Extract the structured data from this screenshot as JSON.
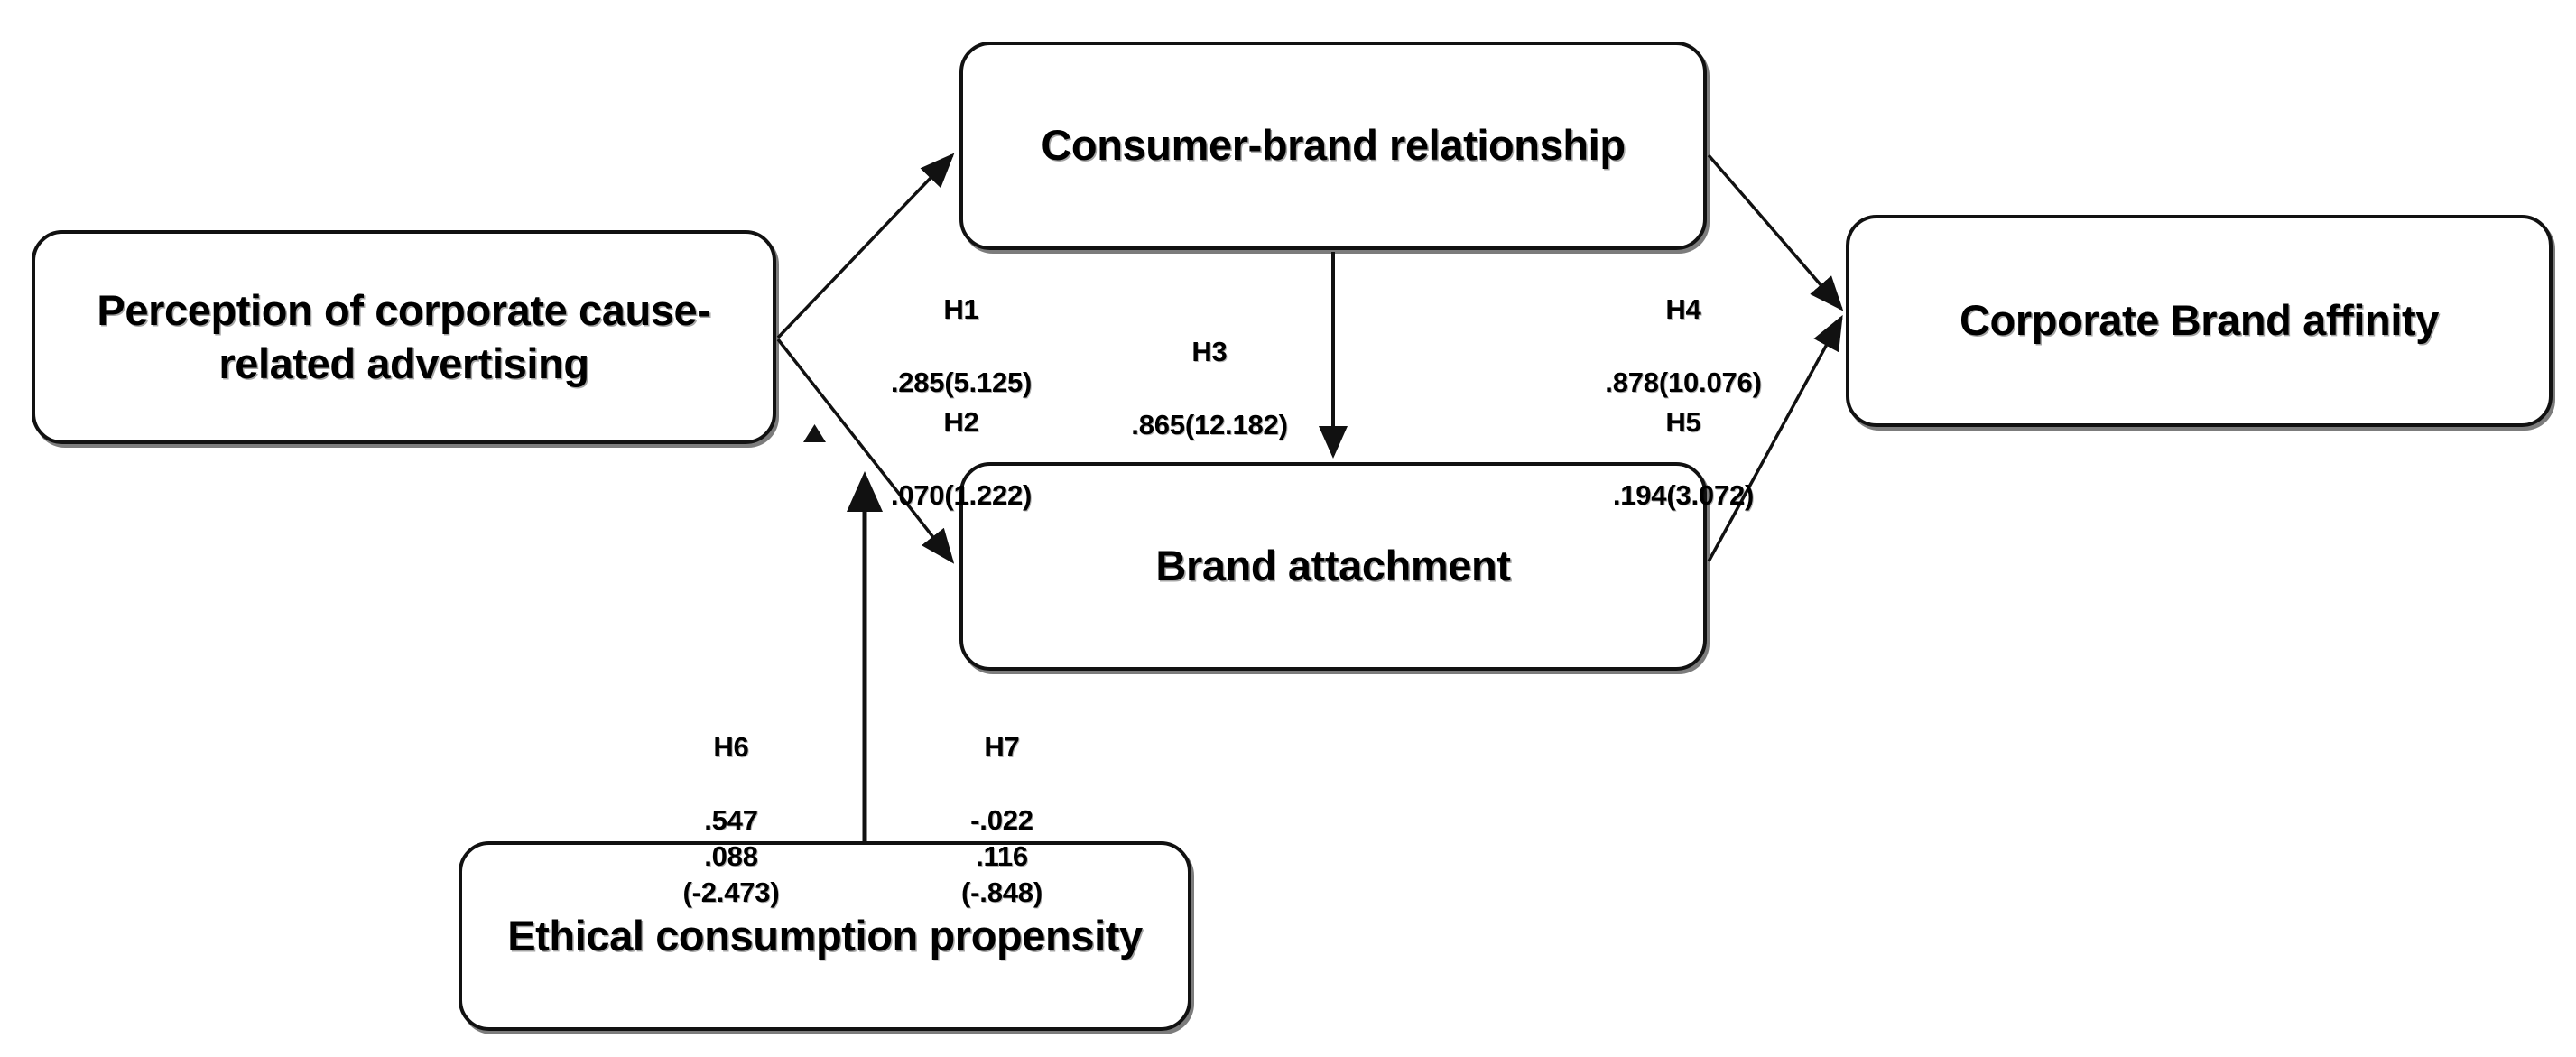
{
  "diagram": {
    "title": "Conceptual model of corporate cause-related advertising",
    "background_color": "#ffffff",
    "line_color": "#111111",
    "text_color": "#000000"
  },
  "nodes": {
    "perception": {
      "label": "Perception of corporate\ncause-related advertising"
    },
    "consumer_brand_relationship": {
      "label": "Consumer-brand relationship"
    },
    "brand_attachment": {
      "label": "Brand attachment"
    },
    "corporate_brand_affinity": {
      "label": "Corporate Brand affinity"
    },
    "ethical_consumption_propensity": {
      "label": "Ethical consumption\npropensity"
    }
  },
  "paths": {
    "h1": {
      "id": "H1",
      "value": ".285(5.125)",
      "from": "perception",
      "to": "consumer_brand_relationship"
    },
    "h2": {
      "id": "H2",
      "value": ".070(1.222)",
      "from": "perception",
      "to": "brand_attachment"
    },
    "h3": {
      "id": "H3",
      "value": ".865(12.182)",
      "from": "consumer_brand_relationship",
      "to": "brand_attachment"
    },
    "h4": {
      "id": "H4",
      "value": ".878(10.076)",
      "from": "consumer_brand_relationship",
      "to": "corporate_brand_affinity"
    },
    "h5": {
      "id": "H5",
      "value": ".194(3.072)",
      "from": "brand_attachment",
      "to": "corporate_brand_affinity"
    },
    "h6": {
      "id": "H6",
      "value": ".547\n.088\n(-2.473)",
      "from": "ethical_consumption_propensity",
      "to": "perception"
    },
    "h7": {
      "id": "H7",
      "value": "-.022\n.116\n(-.848)",
      "from": "ethical_consumption_propensity",
      "to": "perception"
    }
  },
  "chart_data": {
    "type": "diagram",
    "title": "Structural model with standardized path coefficients (t-values)",
    "nodes": [
      "Perception of corporate cause-related advertising",
      "Consumer-brand relationship",
      "Brand attachment",
      "Corporate Brand affinity",
      "Ethical consumption propensity"
    ],
    "edges": [
      {
        "hypothesis": "H1",
        "source": "Perception of corporate cause-related advertising",
        "target": "Consumer-brand relationship",
        "coefficient": 0.285,
        "t_value": 5.125,
        "label": ".285(5.125)"
      },
      {
        "hypothesis": "H2",
        "source": "Perception of corporate cause-related advertising",
        "target": "Brand attachment",
        "coefficient": 0.07,
        "t_value": 1.222,
        "label": ".070(1.222)"
      },
      {
        "hypothesis": "H3",
        "source": "Consumer-brand relationship",
        "target": "Brand attachment",
        "coefficient": 0.865,
        "t_value": 12.182,
        "label": ".865(12.182)"
      },
      {
        "hypothesis": "H4",
        "source": "Consumer-brand relationship",
        "target": "Corporate Brand affinity",
        "coefficient": 0.878,
        "t_value": 10.076,
        "label": ".878(10.076)"
      },
      {
        "hypothesis": "H5",
        "source": "Brand attachment",
        "target": "Corporate Brand affinity",
        "coefficient": 0.194,
        "t_value": 3.072,
        "label": ".194(3.072)"
      },
      {
        "hypothesis": "H6",
        "source": "Ethical consumption propensity",
        "target": "Perception of corporate cause-related advertising",
        "values": [
          0.547,
          0.088,
          -2.473
        ],
        "label": ".547 .088 (-2.473)"
      },
      {
        "hypothesis": "H7",
        "source": "Ethical consumption propensity",
        "target": "Perception of corporate cause-related advertising",
        "values": [
          -0.022,
          0.116,
          -0.848
        ],
        "label": "-.022 .116 (-.848)"
      }
    ]
  }
}
